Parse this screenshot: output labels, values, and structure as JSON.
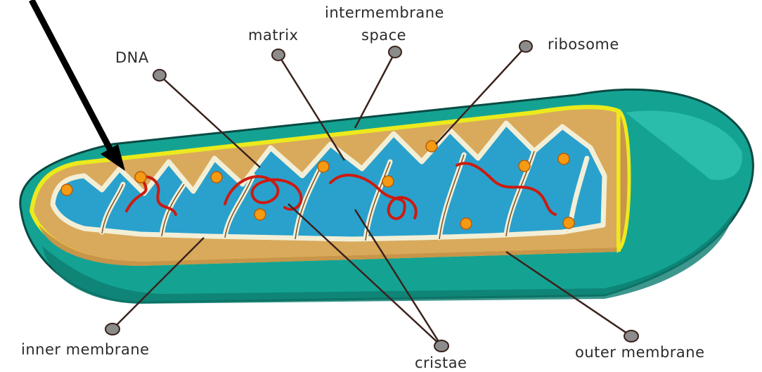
{
  "labels": {
    "intermembrane_line1": "intermembrane",
    "intermembrane_line2": "space",
    "matrix": "matrix",
    "ribosome": "ribosome",
    "dna": "DNA",
    "inner_membrane": "inner membrane",
    "cristae": "cristae",
    "outer_membrane": "outer membrane"
  },
  "colors": {
    "outer_membrane": "#14a393",
    "outer_membrane_dark": "#0c7d70",
    "outer_membrane_light": "#2cc0ae",
    "membrane_stroke": "#ecea1c",
    "inner_membrane": "#d9aa5c",
    "inner_membrane_shade": "#c8954a",
    "matrix": "#2aa1cd",
    "cristae_edge": "#f3efd7",
    "dna": "#cc1b10",
    "ribosome": "#f59a12",
    "label_dot": "#8c8c8c",
    "leader_line": "#3a221c",
    "pointer_arrow": "#000000"
  }
}
